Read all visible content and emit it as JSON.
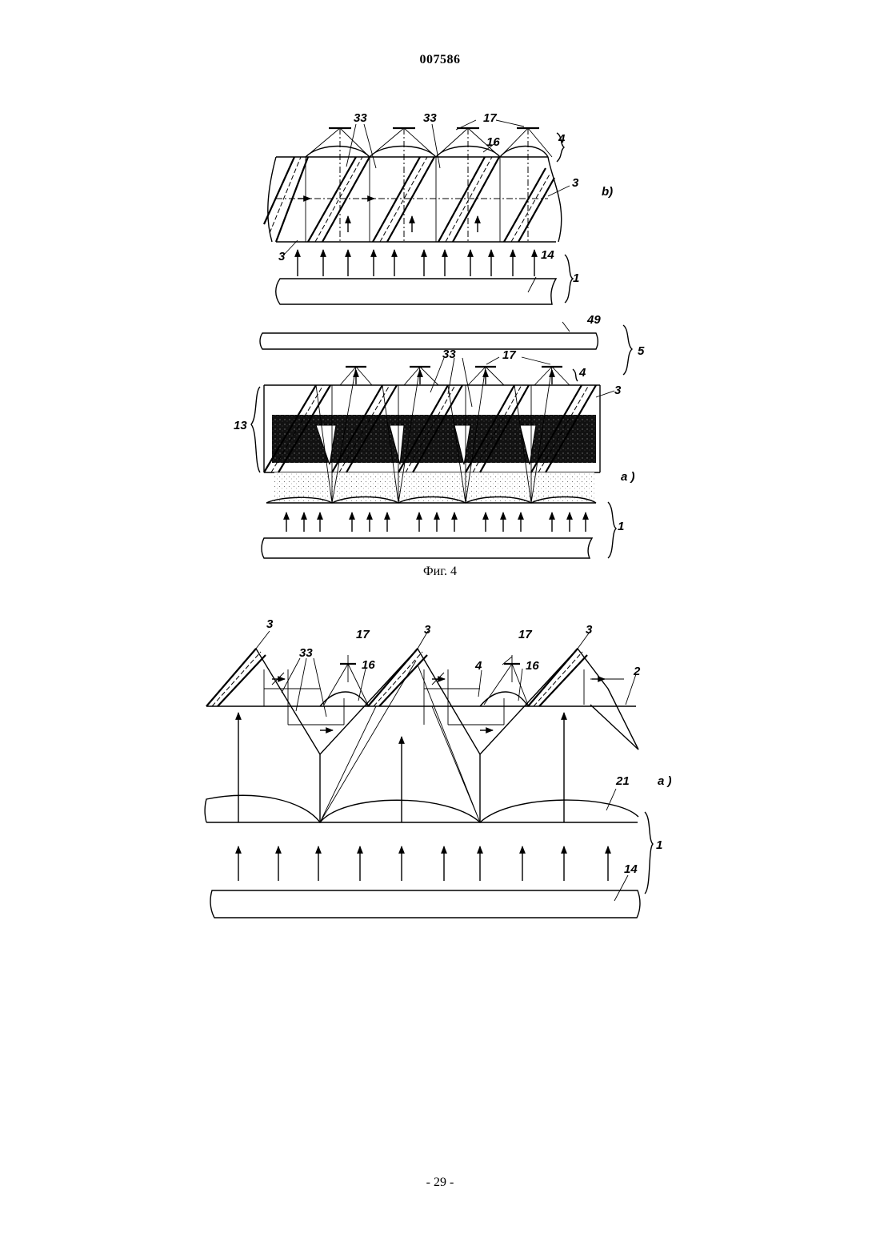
{
  "header": {
    "doc_number": "007586"
  },
  "figure4": {
    "caption": "Фиг. 4",
    "panel_b": {
      "label": "b)",
      "refs": {
        "r33a": "33",
        "r33b": "33",
        "r17": "17",
        "r16": "16",
        "r4": "4",
        "r3a": "3",
        "r3b": "3",
        "r14": "14",
        "r1": "1"
      }
    },
    "panel_a": {
      "label": "a )",
      "refs": {
        "r49": "49",
        "r5": "5",
        "r33": "33",
        "r17": "17",
        "r4": "4",
        "r3": "3",
        "r13": "13",
        "r1": "1"
      }
    }
  },
  "figure5": {
    "label": "a )",
    "refs": {
      "r3a": "3",
      "r3b": "3",
      "r3c": "3",
      "r33": "33",
      "r17a": "17",
      "r17b": "17",
      "r16a": "16",
      "r16b": "16",
      "r4": "4",
      "r2": "2",
      "r21": "21",
      "r1": "1",
      "r14": "14"
    }
  },
  "footer": {
    "page_number": "- 29 -"
  }
}
